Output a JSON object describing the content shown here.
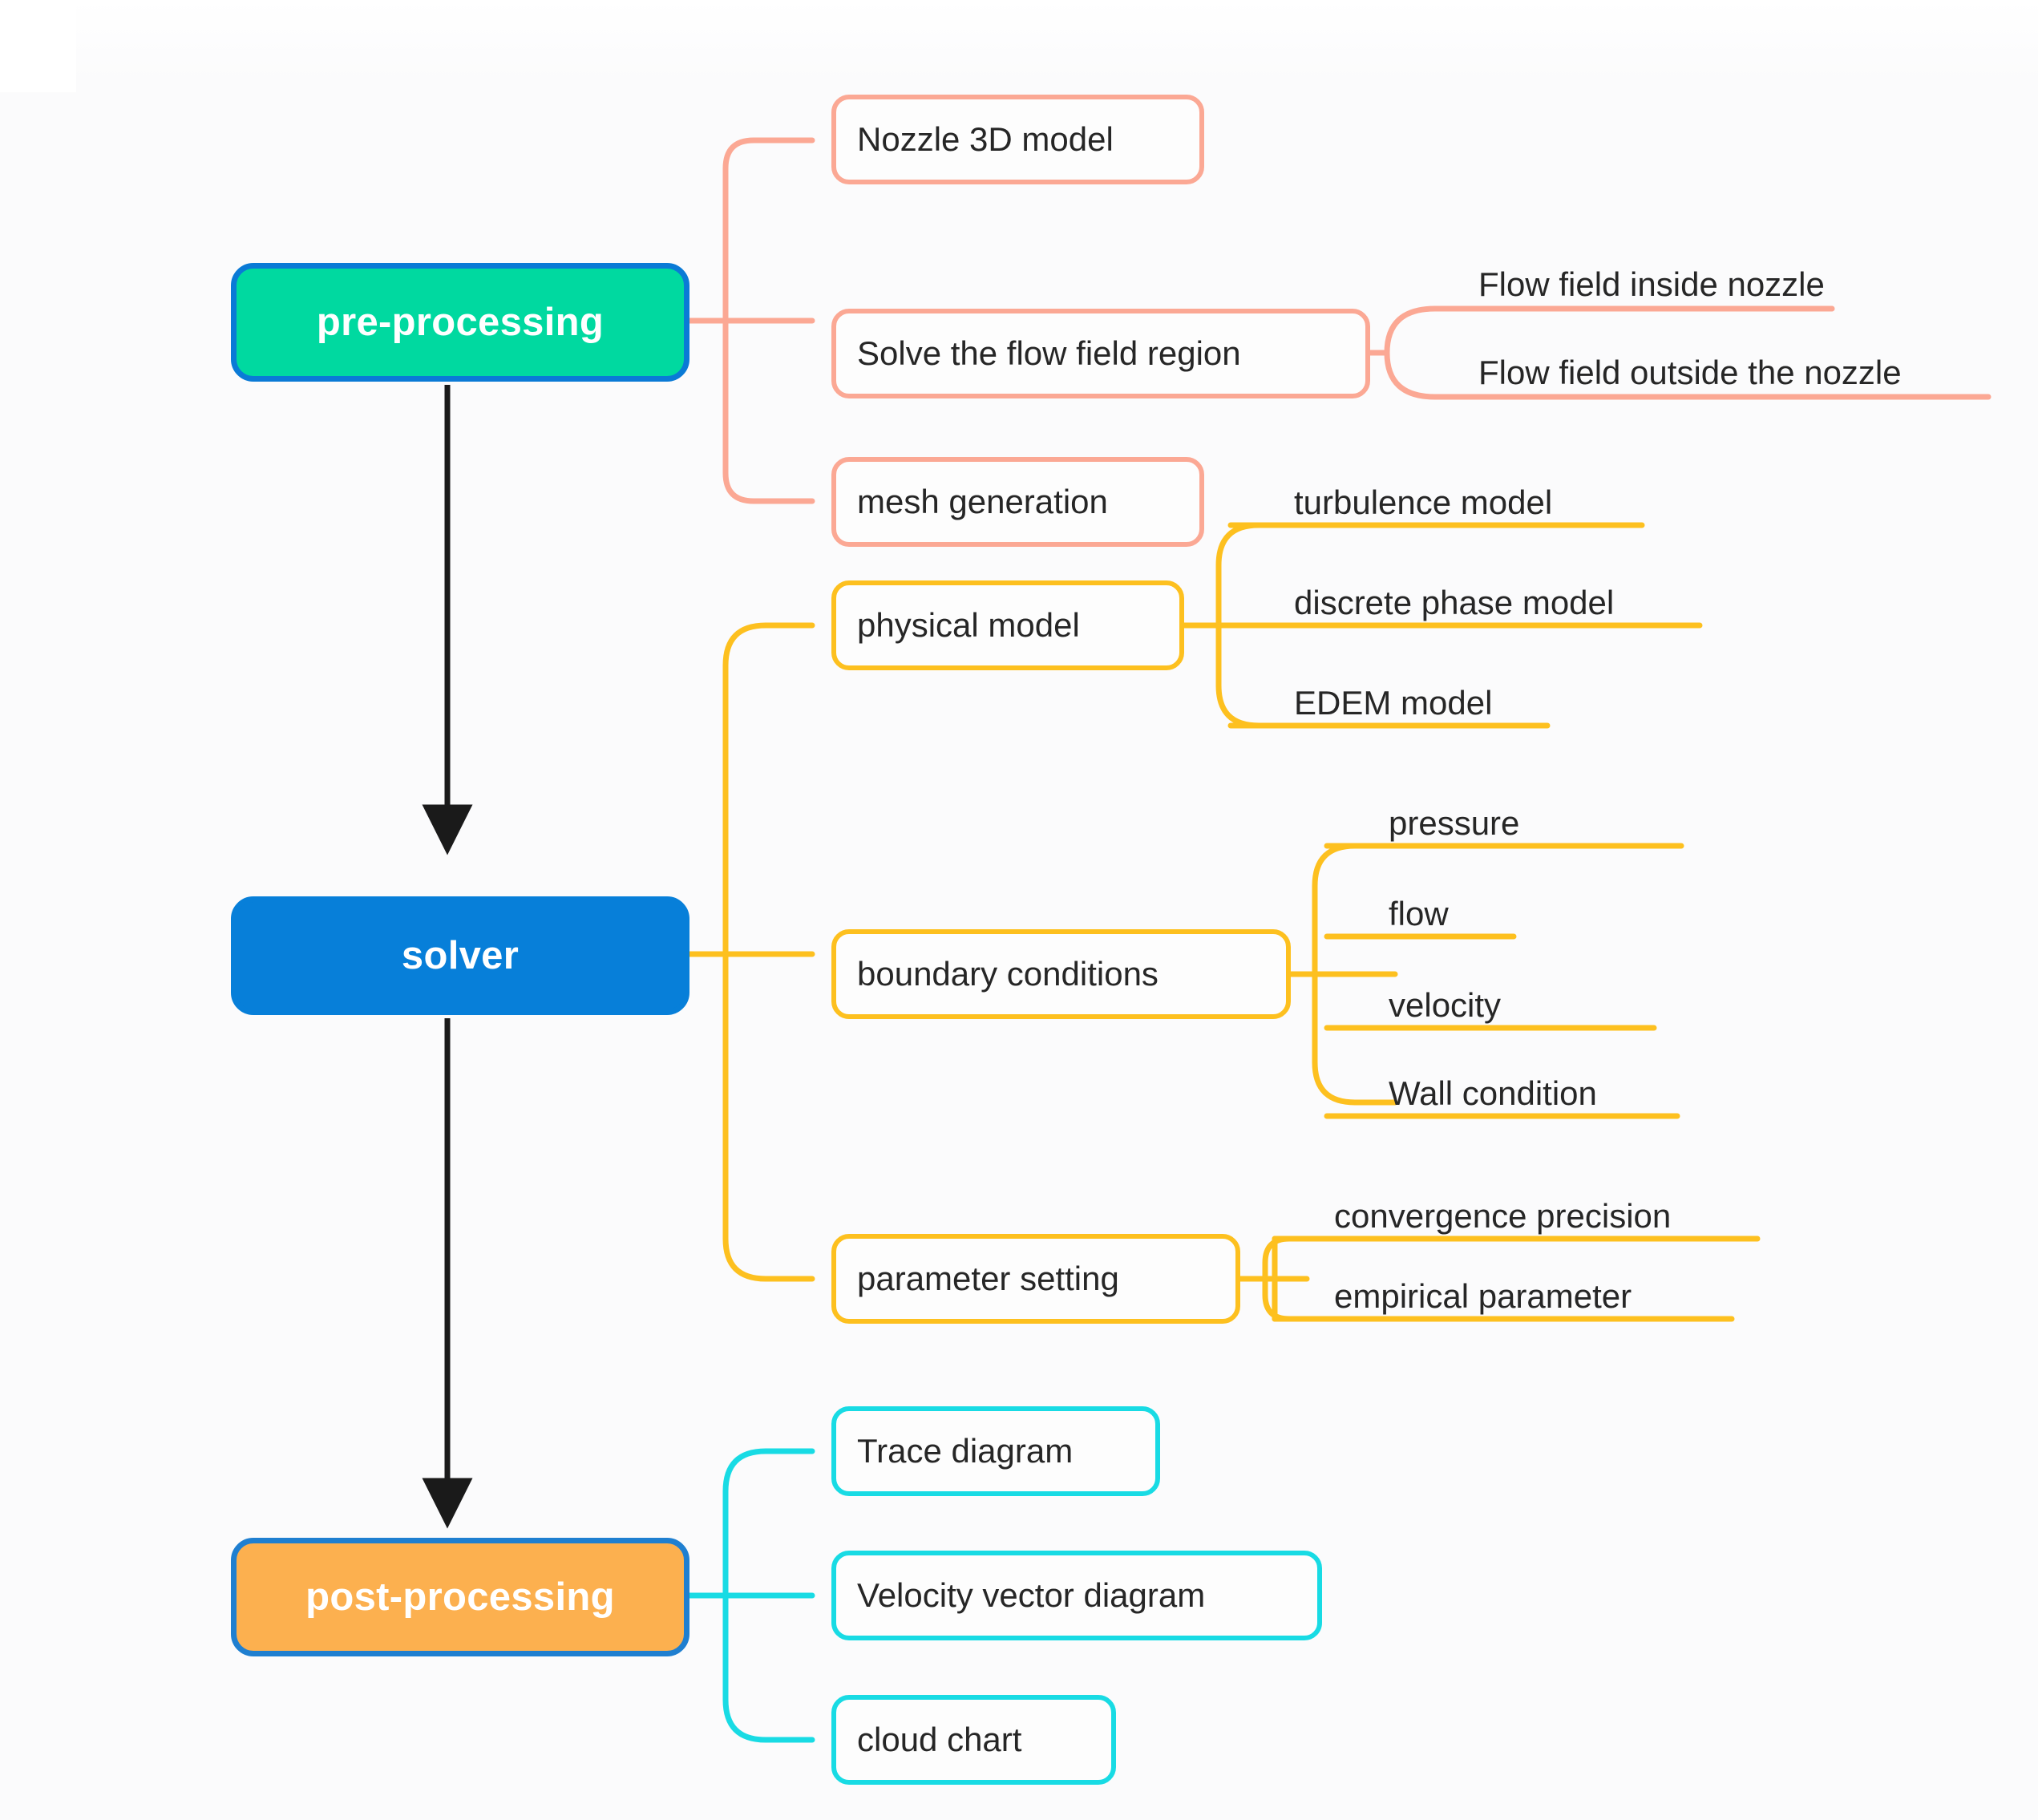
{
  "diagram": {
    "title": "CFD simulation workflow mind map",
    "background_color": "#fbfbfc",
    "colors": {
      "green": "#00d9a0",
      "blue": "#077fd9",
      "orange": "#fcb04f",
      "salmon": "#fba894",
      "amber": "#fdc01f",
      "cyan": "#18dbe4",
      "arrow": "#1a1a1a",
      "text": "#262626",
      "root_text": "#ffffff"
    }
  },
  "stages": [
    {
      "id": "pre-processing",
      "label": "pre-processing",
      "accent": "#00d9a0",
      "branch_color": "#fba894",
      "children": [
        {
          "label": "Nozzle 3D model",
          "leaves": []
        },
        {
          "label": "Solve the flow field region",
          "leaves": [
            {
              "label": "Flow field inside nozzle"
            },
            {
              "label": "Flow field outside the nozzle"
            }
          ]
        },
        {
          "label": "mesh generation",
          "leaves": []
        }
      ]
    },
    {
      "id": "solver",
      "label": "solver",
      "accent": "#077fd9",
      "branch_color": "#fdc01f",
      "children": [
        {
          "label": "physical model",
          "leaves": [
            {
              "label": "turbulence model"
            },
            {
              "label": "discrete phase model"
            },
            {
              "label": "EDEM model"
            }
          ]
        },
        {
          "label": "boundary conditions",
          "leaves": [
            {
              "label": "pressure"
            },
            {
              "label": "flow"
            },
            {
              "label": "velocity"
            },
            {
              "label": "Wall condition"
            }
          ]
        },
        {
          "label": "parameter setting",
          "leaves": [
            {
              "label": "convergence precision"
            },
            {
              "label": "empirical parameter"
            }
          ]
        }
      ]
    },
    {
      "id": "post-processing",
      "label": "post-processing",
      "accent": "#fcb04f",
      "branch_color": "#18dbe4",
      "children": [
        {
          "label": "Trace diagram",
          "leaves": []
        },
        {
          "label": "Velocity vector diagram",
          "leaves": []
        },
        {
          "label": "cloud chart",
          "leaves": []
        }
      ]
    }
  ],
  "flow_arrows": [
    {
      "from": "pre-processing",
      "to": "solver"
    },
    {
      "from": "solver",
      "to": "post-processing"
    }
  ]
}
